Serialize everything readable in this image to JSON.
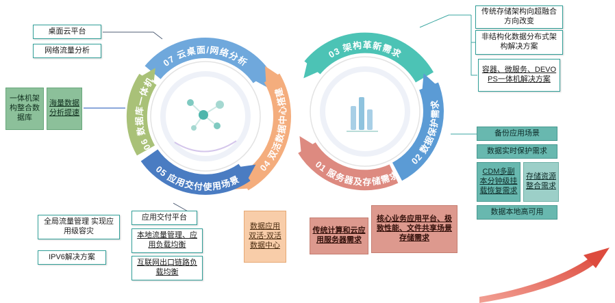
{
  "hubs": {
    "left": {
      "icon": "molecule-icon",
      "segments": {
        "s07": {
          "label": "07 云桌面/网络分析",
          "color": "#6fa8dc"
        },
        "s06": {
          "label": "06 数据库一体机",
          "color": "#a9c178"
        },
        "s05": {
          "label": "05 应用交付使用场景",
          "color": "#4a7cc2"
        },
        "s04": {
          "label": "04 双活数据中心搭建",
          "color": "#f4ad7d"
        }
      }
    },
    "right": {
      "icon": "bar-chart-icon",
      "segments": {
        "s03": {
          "label": "03 架构革新需求",
          "color": "#4cc3b5"
        },
        "s02": {
          "label": "02 数据保护需求",
          "color": "#5b9bd5"
        },
        "s01": {
          "label": "01 服务器及存储需求",
          "color": "#dd8a80"
        }
      }
    }
  },
  "callouts": {
    "desktop_cloud": "桌面云平台",
    "network_traffic": "网络流量分析",
    "appliance_db": "一体机架构整合数据库",
    "mass_data": "海量数据分析提速",
    "global_traffic": "全局流量管理 实现应用级容灾",
    "ipv6": "IPV6解决方案",
    "app_delivery": "应用交付平台",
    "local_traffic": "本地流量管理、应用负载均衡",
    "internet_link": "互联网出口链路负载均衡",
    "dual_active": "数据应用双活-双活数据中心",
    "traditional_compute": "传统计算和云应用服务器需求",
    "core_business": "核心业务应用平台、极致性能、文件共享场景存储需求",
    "storage_transform": "传统存储架构向超融合方向改变",
    "unstructured": "非结构化数据分布式架构解决方案",
    "container_devops": "容器、微服务、DEVOPS一体机解决方案",
    "backup": "备份应用场景",
    "realtime_protect": "数据实时保护需求",
    "cdm": "CDM多副本分钟级挂载恢复需求",
    "storage_integration": "存储资源整合需求",
    "local_ha": "数据本地高可用"
  }
}
